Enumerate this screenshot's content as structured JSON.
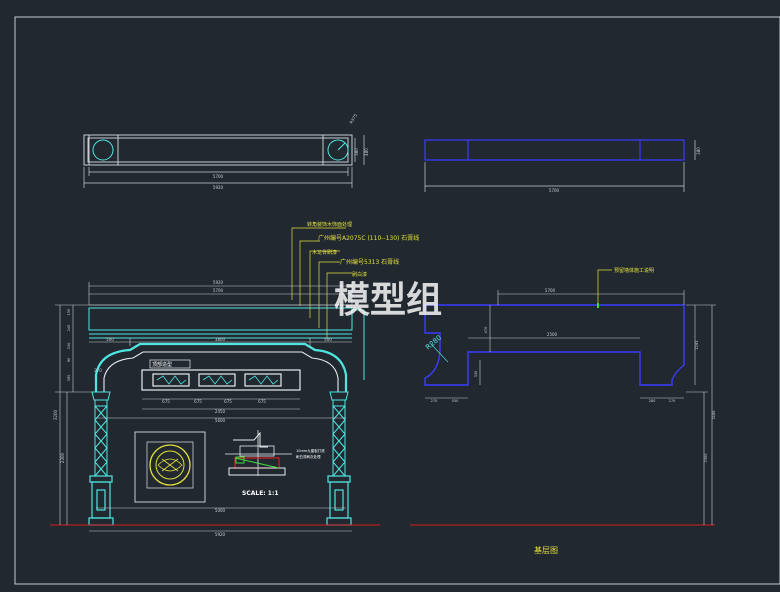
{
  "drawing": {
    "watermark": "模型组",
    "bottom_title": "基层图",
    "annotations": {
      "a1": "转角装饰木饰面处理",
      "a2": "广州编号A2075C (110--130)  石膏线",
      "a3": "木龙骨刷漆",
      "a4": "广州编号5313  石膏线",
      "a5": "刷白漆",
      "right_note": "预留墙体施工说明"
    },
    "labels": {
      "panel": "顶部造型",
      "scale": "SCALE: 1:1",
      "detail_note1": "10mm九厘板打底",
      "detail_note2": "刷白漆刷灰处理"
    },
    "dims": {
      "plan_inner": "5700",
      "plan_outer": "5920",
      "plan_right": "5700",
      "plan_h1": "380",
      "plan_h2": "480",
      "plan_angle": "R375",
      "plan_rh": "380",
      "el_top1": "5920",
      "el_top2": "5700",
      "el_l500": "500",
      "el_mid": "3800",
      "el_r500": "500",
      "el_270": "270",
      "el_675a": "675",
      "el_675b": "675",
      "el_675c": "675",
      "el_675d": "675",
      "el_2450": "2450",
      "el_5600": "5600",
      "el_5000": "5000",
      "el_5920b": "5920",
      "el_left_total": "3200",
      "el_left_low": "2300",
      "el_v150": "150",
      "el_v240": "240",
      "el_v330": "330",
      "el_v90": "90",
      "el_v395": "395",
      "rs_top": "5700",
      "rs_2500": "2500",
      "rs_470": "470",
      "rs_270": "270",
      "rs_550": "550",
      "rs_280": "280",
      "rs_270b": "270",
      "rs_1193": "1193",
      "rs_3188": "3188",
      "rs_2300": "2300",
      "rs_330": "330",
      "rs_r": "R280"
    }
  }
}
